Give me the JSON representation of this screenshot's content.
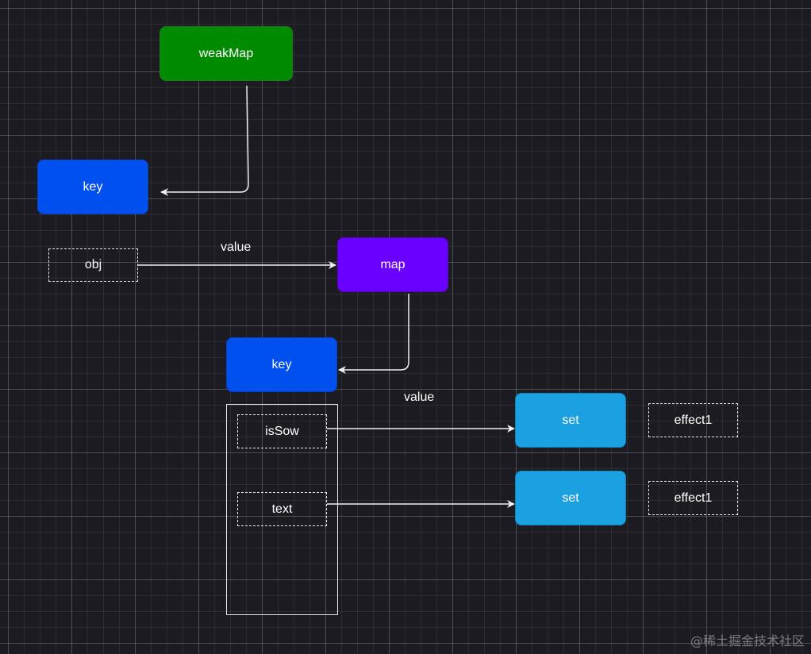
{
  "diagram": {
    "nodes": {
      "weakmap": "weakMap",
      "key1": "key",
      "obj": "obj",
      "map": "map",
      "key2": "key",
      "issow": "isSow",
      "text": "text",
      "set1": "set",
      "set2": "set",
      "effect1_a": "effect1",
      "effect1_b": "effect1"
    },
    "edge_labels": {
      "obj_to_map": "value",
      "key_to_set": "value"
    },
    "colors": {
      "weakmap": "#008a00",
      "key": "#0050ef",
      "map": "#6a00ff",
      "set": "#1ba1e2",
      "background": "#1c1b22"
    }
  },
  "watermark": "@稀土掘金技术社区"
}
